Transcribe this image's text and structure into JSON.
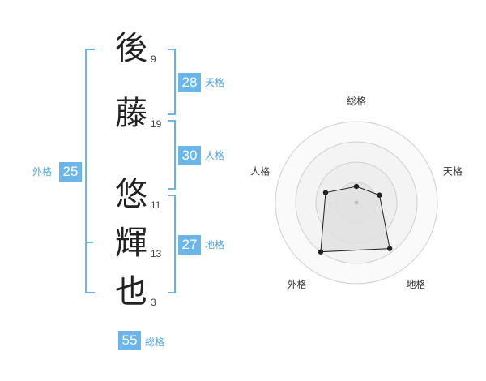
{
  "name": {
    "chars": [
      {
        "char": "後",
        "strokes": "9"
      },
      {
        "char": "藤",
        "strokes": "19"
      },
      {
        "char": "悠",
        "strokes": "11"
      },
      {
        "char": "輝",
        "strokes": "13"
      },
      {
        "char": "也",
        "strokes": "3"
      }
    ]
  },
  "kakusu": {
    "tenkaku": {
      "value": "28",
      "label": "天格"
    },
    "jinkaku": {
      "value": "30",
      "label": "人格"
    },
    "chikaku": {
      "value": "27",
      "label": "地格"
    },
    "gaikaku": {
      "value": "25",
      "label": "外格"
    },
    "soukaku": {
      "value": "55",
      "label": "総格"
    }
  },
  "colors": {
    "accent": "#6ab6ea",
    "text": "#222222"
  },
  "chart_data": {
    "type": "radar",
    "axes": [
      "総格",
      "天格",
      "地格",
      "外格",
      "人格"
    ],
    "values": [
      0.2,
      0.3,
      0.7,
      0.75,
      0.4
    ],
    "rings": 4,
    "scale_max": 1.0
  }
}
